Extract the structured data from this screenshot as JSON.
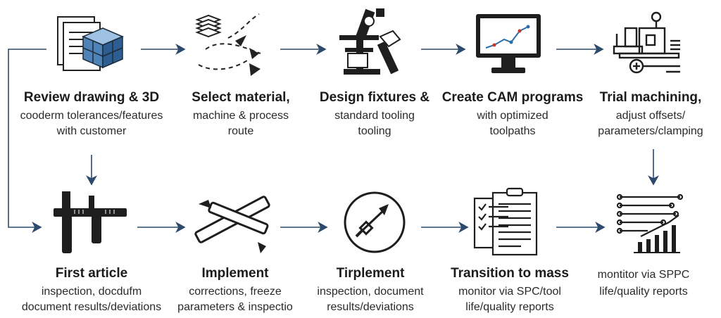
{
  "steps": [
    {
      "title": "Review drawing & 3D",
      "lines": [
        "cooderm tolerances/features",
        "with customer"
      ],
      "icon": "drawing-3d-cube-icon"
    },
    {
      "title": "Select material,",
      "lines": [
        "machine & process",
        "route"
      ],
      "icon": "material-route-icon"
    },
    {
      "title": "Design fixtures &",
      "lines": [
        "standard tooling",
        "tooling"
      ],
      "icon": "fixture-tooling-icon"
    },
    {
      "title": "Create CAM programs",
      "lines": [
        "with optimized",
        "toolpaths"
      ],
      "icon": "cam-monitor-icon"
    },
    {
      "title": "Trial machining,",
      "lines": [
        "adjust offsets/",
        "parameters/clamping"
      ],
      "icon": "machine-icon"
    },
    {
      "title": "First article",
      "lines": [
        "inspection, docdufm",
        "document results/deviations"
      ],
      "icon": "caliper-icon"
    },
    {
      "title": "Implement",
      "lines": [
        "corrections, freeze",
        "parameters & inspectio"
      ],
      "icon": "corrections-tools-icon"
    },
    {
      "title": "Tirplement",
      "lines": [
        "inspection, document",
        "results/deviations"
      ],
      "icon": "gauge-icon"
    },
    {
      "title": "Transition to mass",
      "lines": [
        "monitor via SPC/tool",
        "life/quality reports"
      ],
      "icon": "clipboard-checklist-icon"
    },
    {
      "title": "",
      "lines": [
        "montitor via SPPC",
        "life/quality reports"
      ],
      "icon": "spc-chart-icon"
    }
  ]
}
